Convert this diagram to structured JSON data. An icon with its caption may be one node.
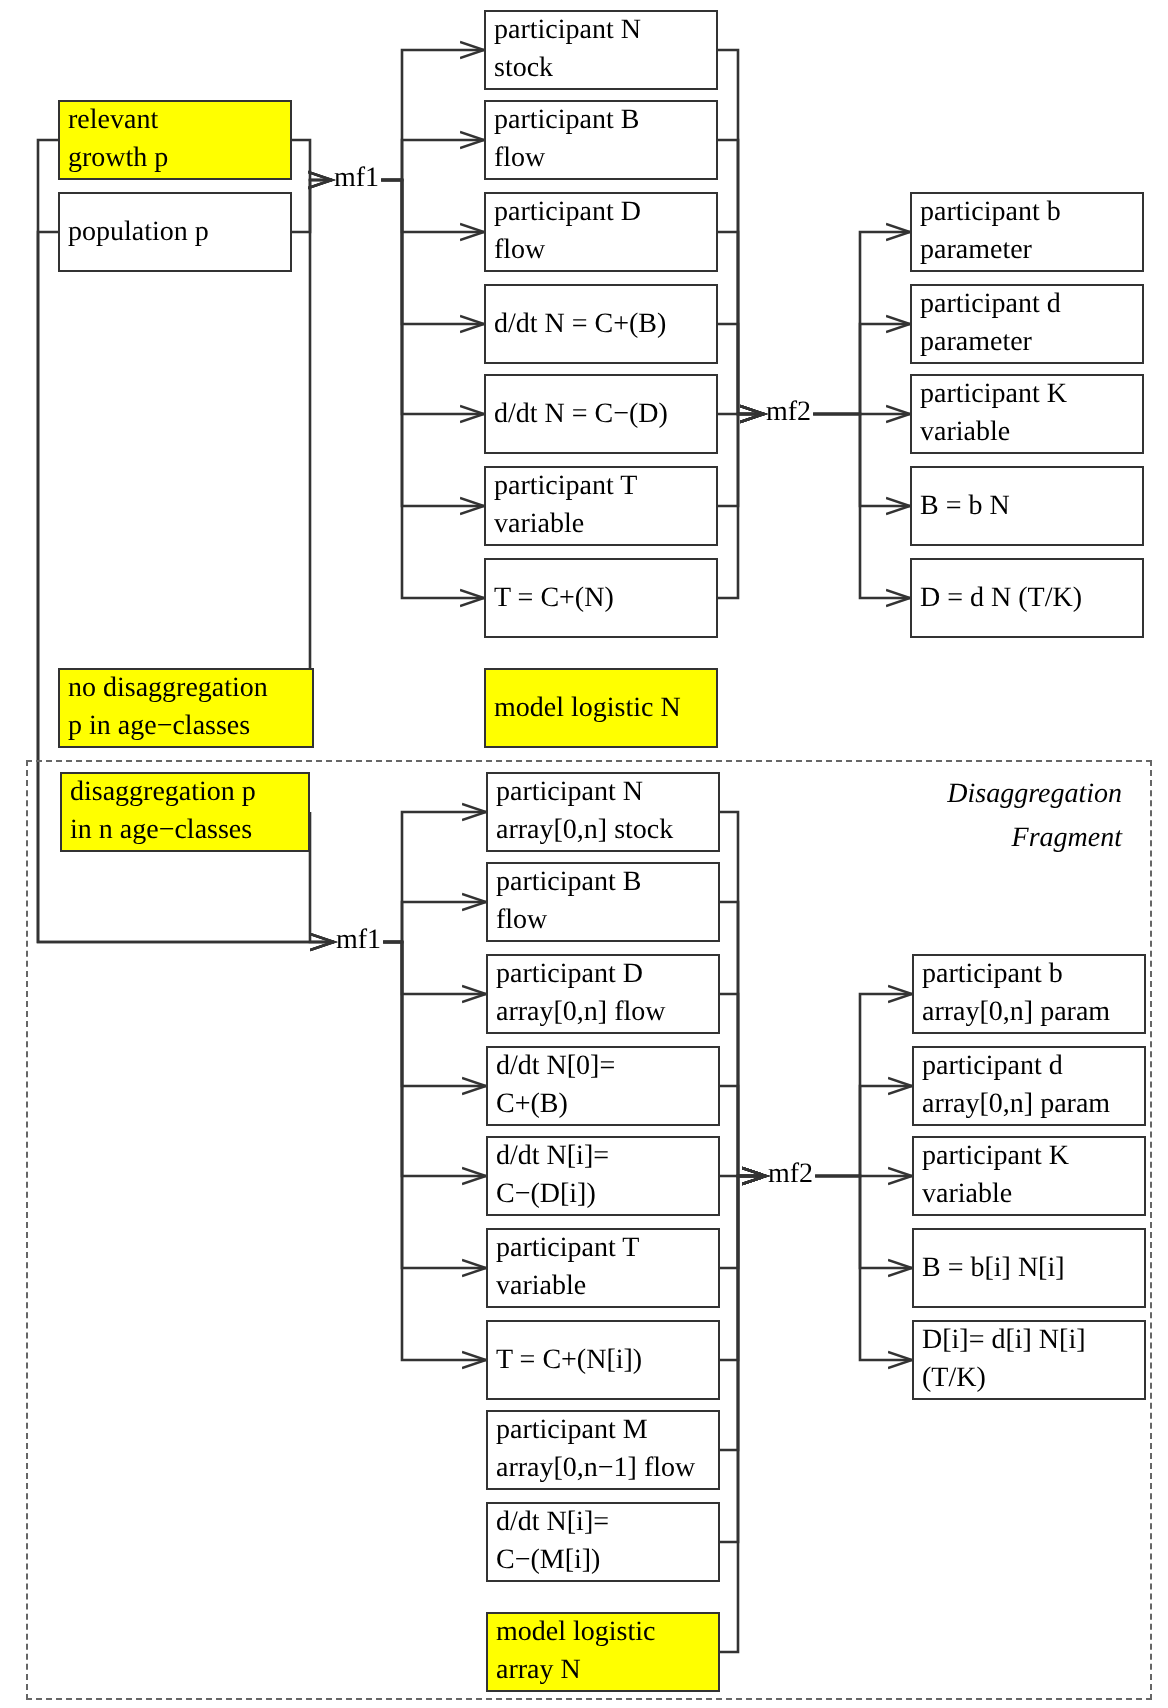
{
  "diagram": {
    "nodes": [
      {
        "text": [
          "relevant growth p"
        ]
      },
      {
        "text": [
          "population p"
        ]
      },
      {
        "text": [
          "no disaggregation p in age−classes"
        ]
      },
      {
        "text": [
          "mf1"
        ]
      },
      {
        "text": [
          "participant N stock"
        ]
      },
      {
        "text": [
          "participant B flow"
        ]
      },
      {
        "text": [
          "participant D flow"
        ]
      },
      {
        "text": [
          "d/dt N = C+(B)"
        ]
      },
      {
        "text": [
          "d/dt N = C−(D)"
        ]
      },
      {
        "text": [
          "participant T variable"
        ]
      },
      {
        "text": [
          "T = C+(N)"
        ]
      },
      {
        "text": [
          "model logistic N"
        ]
      },
      {
        "text": [
          "mf2"
        ]
      },
      {
        "text": [
          "participant b parameter"
        ]
      },
      {
        "text": [
          "participant d parameter"
        ]
      },
      {
        "text": [
          "participant K variable"
        ]
      },
      {
        "text": [
          "B = b N"
        ]
      },
      {
        "text": [
          "D = d N (T/K)"
        ]
      },
      {
        "text": [
          "Disaggregation Fragment"
        ]
      },
      {
        "text": [
          "disaggregation p in n age−classes"
        ],
        "in": 18
      },
      {
        "text": [
          "mf1"
        ],
        "in": 18
      },
      {
        "text": [
          "participant N array[0,n] stock"
        ],
        "in": 18
      },
      {
        "text": [
          "participant B flow"
        ],
        "in": 18
      },
      {
        "text": [
          "participant D array[0,n] flow"
        ],
        "in": 18
      },
      {
        "text": [
          "d/dt N[0]= C+(B)"
        ],
        "in": 18
      },
      {
        "text": [
          "d/dt N[i]= C−(D[i])"
        ],
        "in": 18
      },
      {
        "text": [
          "participant T variable"
        ],
        "in": 18
      },
      {
        "text": [
          "T = C+(N[i])"
        ],
        "in": 18
      },
      {
        "text": [
          "participant M array[0,n−1] flow"
        ],
        "in": 18
      },
      {
        "text": [
          "d/dt N[i]= C−(M[i])"
        ],
        "in": 18
      },
      {
        "text": [
          "model logistic array N"
        ],
        "in": 18
      },
      {
        "text": [
          "mf2"
        ],
        "in": 18
      },
      {
        "text": [
          "participant b array[0,n] param"
        ],
        "in": 18
      },
      {
        "text": [
          "participant d array[0,n] param"
        ],
        "in": 18
      },
      {
        "text": [
          "participant K variable"
        ],
        "in": 18
      },
      {
        "text": [
          "B = b[i] N[i]"
        ],
        "in": 18
      },
      {
        "text": [
          "D[i]= d[i] N[i] (T/K)"
        ],
        "in": 18
      }
    ],
    "edges": [
      {
        "from": 0,
        "to": 3,
        "arrow": "to"
      },
      {
        "from": 1,
        "to": 3,
        "arrow": "to"
      },
      {
        "from": 2,
        "to": 3,
        "arrow": "to"
      },
      {
        "from": 3,
        "to": 4,
        "arrow": "to"
      },
      {
        "from": 3,
        "to": 5,
        "arrow": "to"
      },
      {
        "from": 3,
        "to": 6,
        "arrow": "to"
      },
      {
        "from": 3,
        "to": 7,
        "arrow": "to"
      },
      {
        "from": 3,
        "to": 8,
        "arrow": "to"
      },
      {
        "from": 3,
        "to": 9,
        "arrow": "to"
      },
      {
        "from": 3,
        "to": 10,
        "arrow": "to"
      },
      {
        "from": 4,
        "to": 12,
        "arrow": "to"
      },
      {
        "from": 5,
        "to": 12,
        "arrow": "to"
      },
      {
        "from": 6,
        "to": 12,
        "arrow": "to"
      },
      {
        "from": 7,
        "to": 12,
        "arrow": "to"
      },
      {
        "from": 8,
        "to": 12,
        "arrow": "to"
      },
      {
        "from": 9,
        "to": 12,
        "arrow": "to"
      },
      {
        "from": 10,
        "to": 12,
        "arrow": "to"
      },
      {
        "from": 12,
        "to": 13,
        "arrow": "to"
      },
      {
        "from": 12,
        "to": 14,
        "arrow": "to"
      },
      {
        "from": 12,
        "to": 15,
        "arrow": "to"
      },
      {
        "from": 12,
        "to": 16,
        "arrow": "to"
      },
      {
        "from": 12,
        "to": 17,
        "arrow": "to"
      },
      {
        "from": 0,
        "to": 20,
        "arrow": "to"
      },
      {
        "from": 1,
        "to": 20,
        "arrow": "to"
      },
      {
        "from": 19,
        "to": 20,
        "arrow": "to"
      },
      {
        "from": 20,
        "to": 21,
        "arrow": "to"
      },
      {
        "from": 20,
        "to": 22,
        "arrow": "to"
      },
      {
        "from": 20,
        "to": 23,
        "arrow": "to"
      },
      {
        "from": 20,
        "to": 24,
        "arrow": "to"
      },
      {
        "from": 20,
        "to": 25,
        "arrow": "to"
      },
      {
        "from": 20,
        "to": 26,
        "arrow": "to"
      },
      {
        "from": 20,
        "to": 27,
        "arrow": "to"
      },
      {
        "from": 21,
        "to": 31,
        "arrow": "to"
      },
      {
        "from": 22,
        "to": 31,
        "arrow": "to"
      },
      {
        "from": 23,
        "to": 31,
        "arrow": "to"
      },
      {
        "from": 24,
        "to": 31,
        "arrow": "to"
      },
      {
        "from": 25,
        "to": 31,
        "arrow": "to"
      },
      {
        "from": 26,
        "to": 31,
        "arrow": "to"
      },
      {
        "from": 27,
        "to": 31,
        "arrow": "to"
      },
      {
        "from": 28,
        "to": 31,
        "arrow": "to"
      },
      {
        "from": 29,
        "to": 31,
        "arrow": "to"
      },
      {
        "from": 30,
        "to": 31,
        "arrow": "to"
      },
      {
        "from": 31,
        "to": 32,
        "arrow": "to"
      },
      {
        "from": 31,
        "to": 33,
        "arrow": "to"
      },
      {
        "from": 31,
        "to": 34,
        "arrow": "to"
      },
      {
        "from": 31,
        "to": 35,
        "arrow": "to"
      },
      {
        "from": 31,
        "to": 36,
        "arrow": "to"
      }
    ]
  }
}
